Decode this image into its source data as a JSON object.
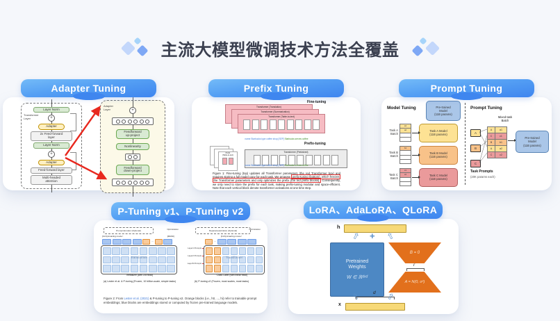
{
  "page": {
    "title": "主流大模型微调技术方法全覆盖"
  },
  "icons": {
    "add": "+",
    "plus": "+",
    "arrow_up": "⇧",
    "ellipsis": "…"
  },
  "colors": {
    "background": "#f5f7fb",
    "tab_gradient_start": "#74bbf8",
    "tab_gradient_end": "#3e85ef",
    "highlight_red": "#e03131",
    "lora_orange": "#e2701c",
    "lora_blue": "#4d88c4",
    "figure_pink": "#f6bcc3",
    "figure_green": "#d9ead3",
    "figure_yellow": "#fde294"
  },
  "cards": {
    "adapter": {
      "title": "Adapter Tuning",
      "left_label": "Transformer\nLayer",
      "ln1": "Layer Norm",
      "adapter1": "Adapter",
      "ff2x": "2x Feed-forward\nlayer",
      "ln2": "Layer Norm",
      "adapter2": "Adapter",
      "ff": "Feed-forward layer",
      "mha": "Multi-headed\nattention",
      "right_label": "Adapter\nLayer",
      "up_project": "Feedforward\nup-project",
      "nonlinearity": "Nonlinearity",
      "down_project": "Feedforward\ndown-project"
    },
    "prefix": {
      "title": "Prefix Tuning",
      "fine_tuning_label": "Fine-tuning",
      "transformer_translation": "Transformer (Translation)",
      "transformer_summarization": "Transformer (Summarization)",
      "transformer_table": "Transformer (Table-to-text)",
      "io_input": "name Starbucks type coffee shop [SEP]",
      "io_output": "Starbucks serves coffee",
      "prefix_tuning_label": "Prefix-tuning",
      "prefix_front_label": "Prefix\n(Table-to-text)",
      "pretrained_box": "Transformer (Pretrained)",
      "caption_pre": "Figure 1: Fine-tuning (top) updates all Transformer parameters (the red Transformer box) and requires storing a full model copy for each task. We propose ",
      "caption_highlight": "prefix-tuning (bottom), which freezes the Transformer parameters and only optimizes the prefix (the red prefix blocks).",
      "caption_post": " Consequently, we only need to store the prefix for each task, making prefix-tuning modular and space-efficient. Note that each vertical block denote transformer activations at one time step."
    },
    "prompt": {
      "title": "Prompt Tuning",
      "model_tuning_title": "Model Tuning",
      "pretrained_model": "Pre-trained\nModel\n(11B params)",
      "task_a_batch": "Task A\nBatch",
      "task_a_model": "Task A Model\n(11B params)",
      "task_b_batch": "Task B\nBatch",
      "task_b_model": "Task B Model\n(11B params)",
      "task_c_batch": "Task C\nBatch",
      "task_c_model": "Task C Model\n(11B params)",
      "batch_cells": {
        "a1": "a1",
        "a2": "a2",
        "b1": "b1",
        "c1": "c1",
        "c2": "c2"
      },
      "prompt_tuning_title": "Prompt Tuning",
      "mixed_batch_label": "Mixed-task\nBatch",
      "chip_a": "A",
      "chip_b": "B",
      "chip_c": "C",
      "mixed_rows": [
        [
          "A",
          "a1"
        ],
        [
          "C",
          "c1"
        ],
        [
          "B",
          "b1"
        ],
        [
          "A",
          "a2"
        ],
        [
          "C",
          "c2"
        ]
      ],
      "pretrained_model_right": "Pre-trained\nModel\n(11B params)",
      "task_prompts_label": "Task Prompts",
      "task_prompts_sub": "(20K params each)"
    },
    "ptuning": {
      "title": "P-Tuning v1、P-Tuning v2",
      "panel_a": {
        "encoder_label": "Prompt Encoder (Optional)",
        "optimization_label": "Optimization",
        "tokens_left": "[CLS]  Amazing  movie  !",
        "token_mask": "[MASK]",
        "transformer_label": "Transformer",
        "bottom_label": "Verbalizer (with LM head)",
        "caption": "(a) Lester et al. & P-tuning (Frozen, 10 billion-scale, simple tasks)"
      },
      "panel_b": {
        "encoder_label": "Reparameterization (Optional)",
        "optimization_label": "Optimization",
        "prompt_layer1": "Layer1 Prompts",
        "prompt_layer2": "Layer2 Prompts",
        "prompt_layerN": "LayerN Prompts",
        "tokens_left": "[CLS]  Amazing  movie  !",
        "transformer_label": "Transformer",
        "bottom_label": "Class Label (with linear head)",
        "caption": "(b) P-tuning v2 (Frozen, most scales, most tasks)"
      },
      "figure_caption_pre": "Figure 2: From ",
      "figure_caption_link": "Lester et al. (2021)",
      "figure_caption_post": " & P-tuning to P-tuning v2. Orange blocks (i.e., h0, ..., hi) refer to trainable prompt embeddings; blue blocks are embeddings stored or computed by frozen pre-trained language models."
    },
    "lora": {
      "title": "LoRA、AdaLoRA、QLoRA",
      "h_label": "h",
      "x_label": "x",
      "pretrained_line1": "Pretrained",
      "pretrained_line2": "Weights",
      "weight_formula": "W ∈ ℝᵈˣᵈ",
      "b_formula": "B = 0",
      "r_label": "r",
      "a_formula": "A = N(0, σ²)",
      "d_label": "d"
    }
  }
}
